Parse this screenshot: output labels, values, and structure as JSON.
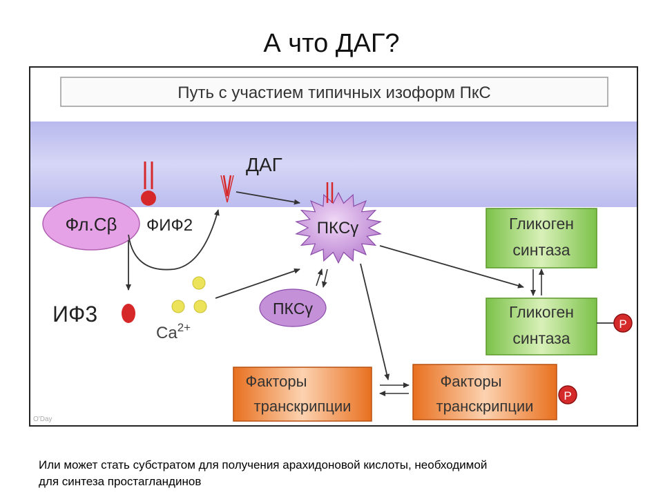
{
  "slide": {
    "title": "А что ДАГ?",
    "caption_line1": "Или может  стать субстратом для получения  арахидоновой кислоты, необходимой",
    "caption_line2": "для синтеза простагландинов"
  },
  "diagram": {
    "header": "Путь с участием типичных изоформ ПкС",
    "dag": "ДАГ",
    "plc": "Фл.Cβ",
    "pip2": "ФИФ2",
    "ip3": "ИФ3",
    "pkc_active": "ПКCγ",
    "pkc_inactive": "ПКCγ",
    "calcium": "Ca",
    "calcium_charge": "2+",
    "glycogen_top_line1": "Гликоген",
    "glycogen_top_line2": "синтаза",
    "glycogen_bottom_line1": "Гликоген",
    "glycogen_bottom_line2": "синтаза",
    "tf_left_line1": "Факторы",
    "tf_left_line2": "транскрипции",
    "tf_right_line1": "Факторы",
    "tf_right_line2": "транскрипции",
    "phospho_1": "P",
    "phospho_2": "P",
    "credit": "O'Day"
  },
  "colors": {
    "membrane": "#c9c9f2",
    "plc_fill": "#e6a2e6",
    "pkc_fill": "#c490d8",
    "glycogen_fill": "#9fd36a",
    "tf_fill": "#ee7f2e",
    "phospho_fill": "#d42a2a",
    "calcium_fill": "#ece35a",
    "lipid_red": "#d62828"
  }
}
